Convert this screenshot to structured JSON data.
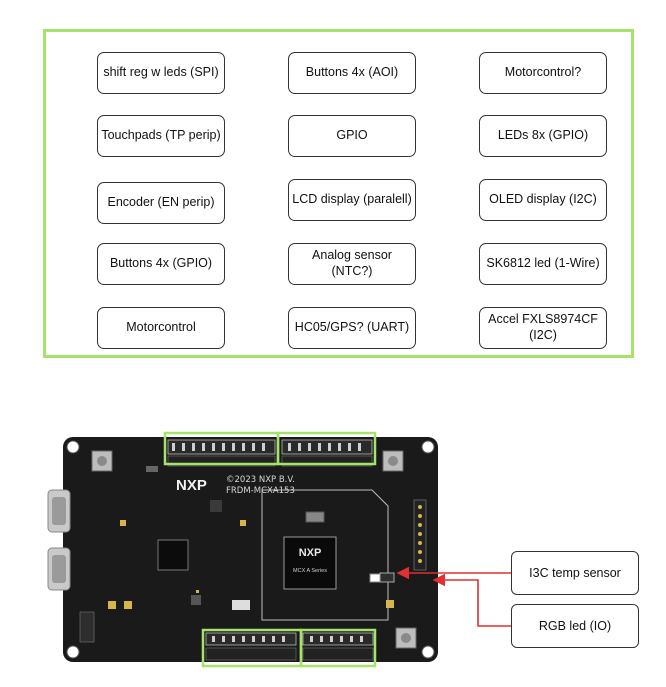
{
  "modules": [
    {
      "label": "shift reg w leds (SPI)"
    },
    {
      "label": "Buttons 4x (AOI)"
    },
    {
      "label": "Motorcontrol?"
    },
    {
      "label": "Touchpads (TP perip)"
    },
    {
      "label": "GPIO"
    },
    {
      "label": "LEDs 8x (GPIO)"
    },
    {
      "label": "Encoder (EN perip)"
    },
    {
      "label": "LCD display (paralell)"
    },
    {
      "label": "OLED display (I2C)"
    },
    {
      "label": "Buttons 4x (GPIO)"
    },
    {
      "label": "Analog sensor\n(NTC?)"
    },
    {
      "label": "SK6812 led (1-Wire)"
    },
    {
      "label": "Motorcontrol"
    },
    {
      "label": "HC05/GPS? (UART)"
    },
    {
      "label": "Accel FXLS8974CF\n(I2C)"
    }
  ],
  "callouts": {
    "temp_sensor": "I3C temp sensor",
    "rgb_led": "RGB led (IO)"
  },
  "board": {
    "brand": "NXP",
    "silkscreen_line1": "©2023 NXP B.V.",
    "silkscreen_line2": "FRDM-MCXA153",
    "chip_brand": "NXP",
    "chip_text": "MCX A Series"
  },
  "colors": {
    "highlight": "#a6e36a",
    "arrow": "#e03030",
    "pcb": "#1a1a1a"
  }
}
